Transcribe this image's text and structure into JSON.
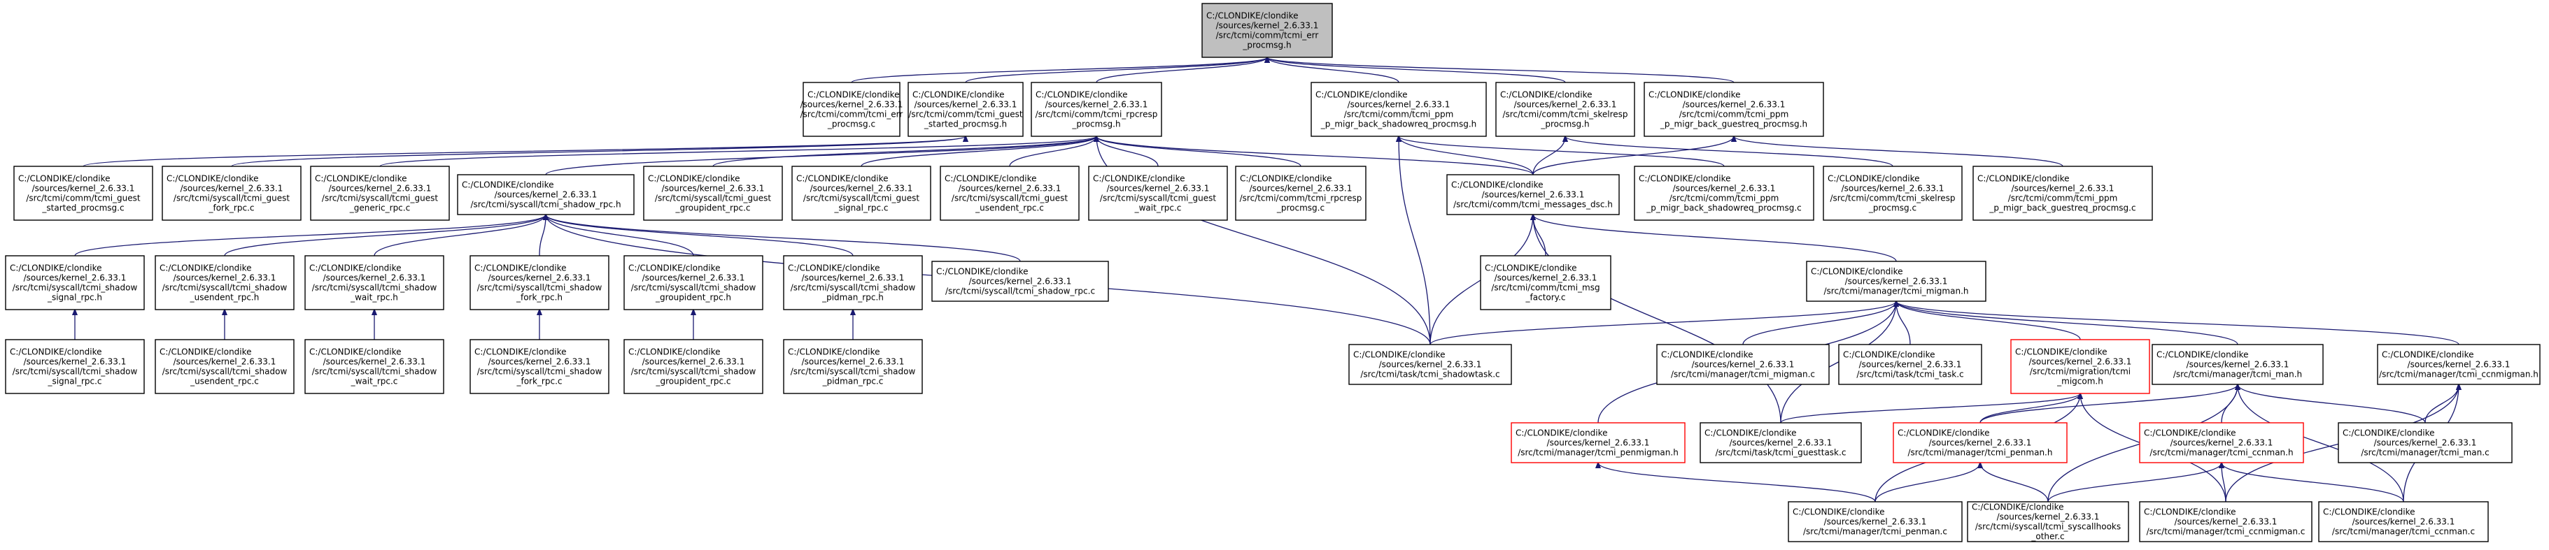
{
  "nodes": [
    {
      "id": "n0",
      "lines": [
        "C:/CLONDIKE/clondike",
        "/sources/kernel_2.6.33.1",
        "/src/tcmi/comm/tcmi_err",
        "_procmsg.h"
      ],
      "style": "root"
    },
    {
      "id": "n1",
      "lines": [
        "C:/CLONDIKE/clondike",
        "/sources/kernel_2.6.33.1",
        "/src/tcmi/comm/tcmi_err",
        "_procmsg.c"
      ],
      "style": "normal"
    },
    {
      "id": "n2",
      "lines": [
        "C:/CLONDIKE/clondike",
        "/sources/kernel_2.6.33.1",
        "/src/tcmi/comm/tcmi_guest",
        "_started_procmsg.h"
      ],
      "style": "normal"
    },
    {
      "id": "n3",
      "lines": [
        "C:/CLONDIKE/clondike",
        "/sources/kernel_2.6.33.1",
        "/src/tcmi/comm/tcmi_rpcresp",
        "_procmsg.h"
      ],
      "style": "normal"
    },
    {
      "id": "n4",
      "lines": [
        "C:/CLONDIKE/clondike",
        "/sources/kernel_2.6.33.1",
        "/src/tcmi/comm/tcmi_ppm",
        "_p_migr_back_shadowreq_procmsg.h"
      ],
      "style": "normal"
    },
    {
      "id": "n5",
      "lines": [
        "C:/CLONDIKE/clondike",
        "/sources/kernel_2.6.33.1",
        "/src/tcmi/comm/tcmi_skelresp",
        "_procmsg.h"
      ],
      "style": "normal"
    },
    {
      "id": "n6",
      "lines": [
        "C:/CLONDIKE/clondike",
        "/sources/kernel_2.6.33.1",
        "/src/tcmi/comm/tcmi_ppm",
        "_p_migr_back_guestreq_procmsg.h"
      ],
      "style": "normal"
    },
    {
      "id": "n7",
      "lines": [
        "C:/CLONDIKE/clondike",
        "/sources/kernel_2.6.33.1",
        "/src/tcmi/comm/tcmi_guest",
        "_started_procmsg.c"
      ],
      "style": "normal"
    },
    {
      "id": "n8",
      "lines": [
        "C:/CLONDIKE/clondike",
        "/sources/kernel_2.6.33.1",
        "/src/tcmi/syscall/tcmi_guest",
        "_fork_rpc.c"
      ],
      "style": "normal"
    },
    {
      "id": "n9",
      "lines": [
        "C:/CLONDIKE/clondike",
        "/sources/kernel_2.6.33.1",
        "/src/tcmi/syscall/tcmi_guest",
        "_generic_rpc.c"
      ],
      "style": "normal"
    },
    {
      "id": "n10",
      "lines": [
        "C:/CLONDIKE/clondike",
        "/sources/kernel_2.6.33.1",
        "/src/tcmi/syscall/tcmi_shadow_rpc.h"
      ],
      "style": "normal"
    },
    {
      "id": "n11",
      "lines": [
        "C:/CLONDIKE/clondike",
        "/sources/kernel_2.6.33.1",
        "/src/tcmi/syscall/tcmi_guest",
        "_groupident_rpc.c"
      ],
      "style": "normal"
    },
    {
      "id": "n12",
      "lines": [
        "C:/CLONDIKE/clondike",
        "/sources/kernel_2.6.33.1",
        "/src/tcmi/syscall/tcmi_guest",
        "_signal_rpc.c"
      ],
      "style": "normal"
    },
    {
      "id": "n13",
      "lines": [
        "C:/CLONDIKE/clondike",
        "/sources/kernel_2.6.33.1",
        "/src/tcmi/syscall/tcmi_guest",
        "_usendent_rpc.c"
      ],
      "style": "normal"
    },
    {
      "id": "n14",
      "lines": [
        "C:/CLONDIKE/clondike",
        "/sources/kernel_2.6.33.1",
        "/src/tcmi/syscall/tcmi_guest",
        "_wait_rpc.c"
      ],
      "style": "normal"
    },
    {
      "id": "n15",
      "lines": [
        "C:/CLONDIKE/clondike",
        "/sources/kernel_2.6.33.1",
        "/src/tcmi/comm/tcmi_rpcresp",
        "_procmsg.c"
      ],
      "style": "normal"
    },
    {
      "id": "n16",
      "lines": [
        "C:/CLONDIKE/clondike",
        "/sources/kernel_2.6.33.1",
        "/src/tcmi/comm/tcmi_messages_dsc.h"
      ],
      "style": "normal"
    },
    {
      "id": "n17",
      "lines": [
        "C:/CLONDIKE/clondike",
        "/sources/kernel_2.6.33.1",
        "/src/tcmi/comm/tcmi_ppm",
        "_p_migr_back_shadowreq_procmsg.c"
      ],
      "style": "normal"
    },
    {
      "id": "n18",
      "lines": [
        "C:/CLONDIKE/clondike",
        "/sources/kernel_2.6.33.1",
        "/src/tcmi/comm/tcmi_skelresp",
        "_procmsg.c"
      ],
      "style": "normal"
    },
    {
      "id": "n19",
      "lines": [
        "C:/CLONDIKE/clondike",
        "/sources/kernel_2.6.33.1",
        "/src/tcmi/comm/tcmi_ppm",
        "_p_migr_back_guestreq_procmsg.c"
      ],
      "style": "normal"
    },
    {
      "id": "n20",
      "lines": [
        "C:/CLONDIKE/clondike",
        "/sources/kernel_2.6.33.1",
        "/src/tcmi/syscall/tcmi_shadow",
        "_signal_rpc.h"
      ],
      "style": "normal"
    },
    {
      "id": "n21",
      "lines": [
        "C:/CLONDIKE/clondike",
        "/sources/kernel_2.6.33.1",
        "/src/tcmi/syscall/tcmi_shadow",
        "_usendent_rpc.h"
      ],
      "style": "normal"
    },
    {
      "id": "n22",
      "lines": [
        "C:/CLONDIKE/clondike",
        "/sources/kernel_2.6.33.1",
        "/src/tcmi/syscall/tcmi_shadow",
        "_wait_rpc.h"
      ],
      "style": "normal"
    },
    {
      "id": "n23",
      "lines": [
        "C:/CLONDIKE/clondike",
        "/sources/kernel_2.6.33.1",
        "/src/tcmi/syscall/tcmi_shadow",
        "_fork_rpc.h"
      ],
      "style": "normal"
    },
    {
      "id": "n24",
      "lines": [
        "C:/CLONDIKE/clondike",
        "/sources/kernel_2.6.33.1",
        "/src/tcmi/syscall/tcmi_shadow",
        "_groupident_rpc.h"
      ],
      "style": "normal"
    },
    {
      "id": "n25",
      "lines": [
        "C:/CLONDIKE/clondike",
        "/sources/kernel_2.6.33.1",
        "/src/tcmi/syscall/tcmi_shadow",
        "_pidman_rpc.h"
      ],
      "style": "normal"
    },
    {
      "id": "n26",
      "lines": [
        "C:/CLONDIKE/clondike",
        "/sources/kernel_2.6.33.1",
        "/src/tcmi/syscall/tcmi_shadow_rpc.c"
      ],
      "style": "normal"
    },
    {
      "id": "n27",
      "lines": [
        "C:/CLONDIKE/clondike",
        "/sources/kernel_2.6.33.1",
        "/src/tcmi/comm/tcmi_msg",
        "_factory.c"
      ],
      "style": "normal"
    },
    {
      "id": "n28",
      "lines": [
        "C:/CLONDIKE/clondike",
        "/sources/kernel_2.6.33.1",
        "/src/tcmi/manager/tcmi_migman.h"
      ],
      "style": "normal"
    },
    {
      "id": "n29",
      "lines": [
        "C:/CLONDIKE/clondike",
        "/sources/kernel_2.6.33.1",
        "/src/tcmi/syscall/tcmi_shadow",
        "_signal_rpc.c"
      ],
      "style": "normal"
    },
    {
      "id": "n30",
      "lines": [
        "C:/CLONDIKE/clondike",
        "/sources/kernel_2.6.33.1",
        "/src/tcmi/syscall/tcmi_shadow",
        "_usendent_rpc.c"
      ],
      "style": "normal"
    },
    {
      "id": "n31",
      "lines": [
        "C:/CLONDIKE/clondike",
        "/sources/kernel_2.6.33.1",
        "/src/tcmi/syscall/tcmi_shadow",
        "_wait_rpc.c"
      ],
      "style": "normal"
    },
    {
      "id": "n32",
      "lines": [
        "C:/CLONDIKE/clondike",
        "/sources/kernel_2.6.33.1",
        "/src/tcmi/syscall/tcmi_shadow",
        "_fork_rpc.c"
      ],
      "style": "normal"
    },
    {
      "id": "n33",
      "lines": [
        "C:/CLONDIKE/clondike",
        "/sources/kernel_2.6.33.1",
        "/src/tcmi/syscall/tcmi_shadow",
        "_groupident_rpc.c"
      ],
      "style": "normal"
    },
    {
      "id": "n34",
      "lines": [
        "C:/CLONDIKE/clondike",
        "/sources/kernel_2.6.33.1",
        "/src/tcmi/syscall/tcmi_shadow",
        "_pidman_rpc.c"
      ],
      "style": "normal"
    },
    {
      "id": "n35",
      "lines": [
        "C:/CLONDIKE/clondike",
        "/sources/kernel_2.6.33.1",
        "/src/tcmi/task/tcmi_shadowtask.c"
      ],
      "style": "normal"
    },
    {
      "id": "n36",
      "lines": [
        "C:/CLONDIKE/clondike",
        "/sources/kernel_2.6.33.1",
        "/src/tcmi/manager/tcmi_migman.c"
      ],
      "style": "normal"
    },
    {
      "id": "n37",
      "lines": [
        "C:/CLONDIKE/clondike",
        "/sources/kernel_2.6.33.1",
        "/src/tcmi/task/tcmi_task.c"
      ],
      "style": "normal"
    },
    {
      "id": "n38",
      "lines": [
        "C:/CLONDIKE/clondike",
        "/sources/kernel_2.6.33.1",
        "/src/tcmi/migration/tcmi",
        "_migcom.h"
      ],
      "style": "red"
    },
    {
      "id": "n39",
      "lines": [
        "C:/CLONDIKE/clondike",
        "/sources/kernel_2.6.33.1",
        "/src/tcmi/manager/tcmi_man.h"
      ],
      "style": "normal"
    },
    {
      "id": "n40",
      "lines": [
        "C:/CLONDIKE/clondike",
        "/sources/kernel_2.6.33.1",
        "/src/tcmi/manager/tcmi_ccnmigman.h"
      ],
      "style": "normal"
    },
    {
      "id": "n41",
      "lines": [
        "C:/CLONDIKE/clondike",
        "/sources/kernel_2.6.33.1",
        "/src/tcmi/manager/tcmi_penmigman.h"
      ],
      "style": "red"
    },
    {
      "id": "n42",
      "lines": [
        "C:/CLONDIKE/clondike",
        "/sources/kernel_2.6.33.1",
        "/src/tcmi/task/tcmi_guesttask.c"
      ],
      "style": "normal"
    },
    {
      "id": "n43",
      "lines": [
        "C:/CLONDIKE/clondike",
        "/sources/kernel_2.6.33.1",
        "/src/tcmi/manager/tcmi_penman.h"
      ],
      "style": "red"
    },
    {
      "id": "n44",
      "lines": [
        "C:/CLONDIKE/clondike",
        "/sources/kernel_2.6.33.1",
        "/src/tcmi/manager/tcmi_ccnman.h"
      ],
      "style": "red"
    },
    {
      "id": "n45",
      "lines": [
        "C:/CLONDIKE/clondike",
        "/sources/kernel_2.6.33.1",
        "/src/tcmi/manager/tcmi_man.c"
      ],
      "style": "normal"
    },
    {
      "id": "n46",
      "lines": [
        "C:/CLONDIKE/clondike",
        "/sources/kernel_2.6.33.1",
        "/src/tcmi/manager/tcmi_penman.c"
      ],
      "style": "normal"
    },
    {
      "id": "n47",
      "lines": [
        "C:/CLONDIKE/clondike",
        "/sources/kernel_2.6.33.1",
        "/src/tcmi/syscall/tcmi_syscallhooks",
        "_other.c"
      ],
      "style": "normal"
    },
    {
      "id": "n48",
      "lines": [
        "C:/CLONDIKE/clondike",
        "/sources/kernel_2.6.33.1",
        "/src/tcmi/manager/tcmi_ccnmigman.c"
      ],
      "style": "normal"
    },
    {
      "id": "n49",
      "lines": [
        "C:/CLONDIKE/clondike",
        "/sources/kernel_2.6.33.1",
        "/src/tcmi/manager/tcmi_ccnman.c"
      ],
      "style": "normal"
    }
  ],
  "edges": [
    [
      "n1",
      "n0"
    ],
    [
      "n2",
      "n0"
    ],
    [
      "n3",
      "n0"
    ],
    [
      "n4",
      "n0"
    ],
    [
      "n5",
      "n0"
    ],
    [
      "n6",
      "n0"
    ],
    [
      "n7",
      "n2"
    ],
    [
      "n8",
      "n2"
    ],
    [
      "n9",
      "n3"
    ],
    [
      "n10",
      "n3"
    ],
    [
      "n11",
      "n3"
    ],
    [
      "n12",
      "n3"
    ],
    [
      "n13",
      "n3"
    ],
    [
      "n14",
      "n3"
    ],
    [
      "n15",
      "n3"
    ],
    [
      "n16",
      "n3"
    ],
    [
      "n35",
      "n3"
    ],
    [
      "n16",
      "n4"
    ],
    [
      "n17",
      "n4"
    ],
    [
      "n35",
      "n4"
    ],
    [
      "n16",
      "n5"
    ],
    [
      "n18",
      "n5"
    ],
    [
      "n16",
      "n6"
    ],
    [
      "n19",
      "n6"
    ],
    [
      "n20",
      "n10"
    ],
    [
      "n21",
      "n10"
    ],
    [
      "n22",
      "n10"
    ],
    [
      "n23",
      "n10"
    ],
    [
      "n24",
      "n10"
    ],
    [
      "n25",
      "n10"
    ],
    [
      "n26",
      "n10"
    ],
    [
      "n35",
      "n10"
    ],
    [
      "n27",
      "n16"
    ],
    [
      "n28",
      "n16"
    ],
    [
      "n35",
      "n16"
    ],
    [
      "n42",
      "n16"
    ],
    [
      "n29",
      "n20"
    ],
    [
      "n30",
      "n21"
    ],
    [
      "n31",
      "n22"
    ],
    [
      "n32",
      "n23"
    ],
    [
      "n33",
      "n24"
    ],
    [
      "n34",
      "n25"
    ],
    [
      "n35",
      "n28"
    ],
    [
      "n36",
      "n28"
    ],
    [
      "n37",
      "n28"
    ],
    [
      "n38",
      "n28"
    ],
    [
      "n39",
      "n28"
    ],
    [
      "n40",
      "n28"
    ],
    [
      "n41",
      "n28"
    ],
    [
      "n42",
      "n28"
    ],
    [
      "n42",
      "n38"
    ],
    [
      "n43",
      "n38"
    ],
    [
      "n46",
      "n38"
    ],
    [
      "n48",
      "n38"
    ],
    [
      "n43",
      "n39"
    ],
    [
      "n44",
      "n39"
    ],
    [
      "n45",
      "n39"
    ],
    [
      "n47",
      "n39"
    ],
    [
      "n49",
      "n39"
    ],
    [
      "n45",
      "n40"
    ],
    [
      "n48",
      "n40"
    ],
    [
      "n49",
      "n40"
    ],
    [
      "n46",
      "n41"
    ],
    [
      "n47",
      "n43"
    ],
    [
      "n46",
      "n43"
    ],
    [
      "n47",
      "n44"
    ],
    [
      "n48",
      "n44"
    ],
    [
      "n49",
      "n44"
    ]
  ]
}
